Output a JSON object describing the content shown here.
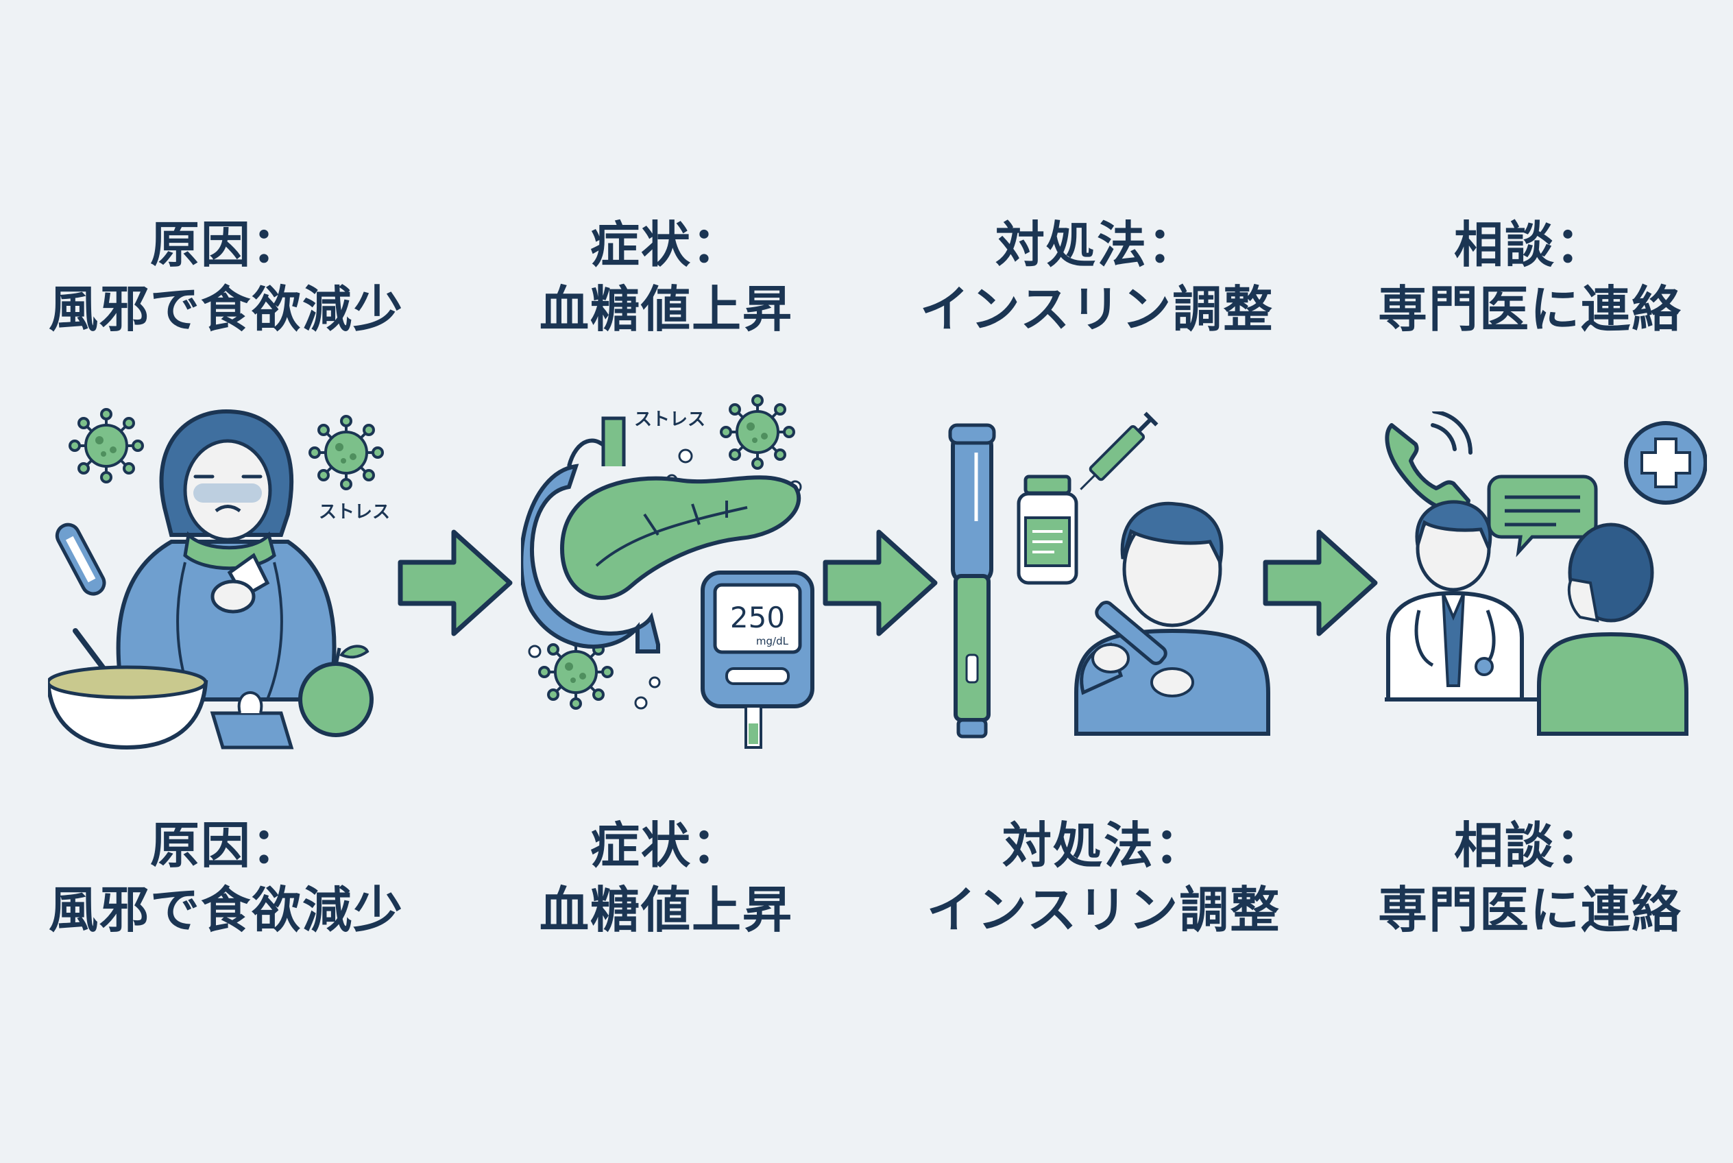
{
  "steps": [
    {
      "id": "cause",
      "title": "原因：",
      "detail": "風邪で食欲減少",
      "stress": "ストレス"
    },
    {
      "id": "symptom",
      "title": "症状：",
      "detail": "血糖値上昇",
      "stress": "ストレス",
      "meter_value": "250",
      "meter_unit": "mg/dL"
    },
    {
      "id": "treatment",
      "title": "対処法：",
      "detail": "インスリン調整"
    },
    {
      "id": "consult",
      "title": "相談：",
      "detail": "専門医に連絡"
    }
  ],
  "colors": {
    "navy": "#1b3553",
    "blue": "#6f9fcf",
    "green": "#7cc08a",
    "background": "#eef2f5"
  }
}
